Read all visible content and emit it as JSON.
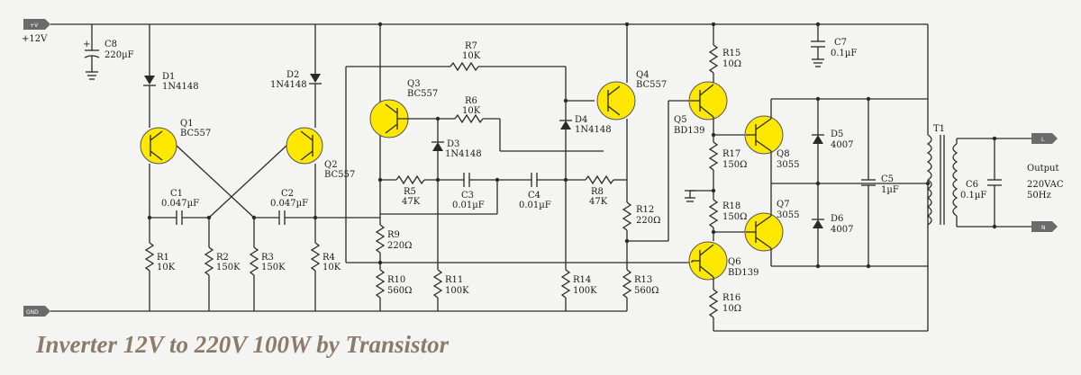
{
  "title": "Inverter 12V to 220V 100W by Transistor",
  "rails": {
    "pos_tag": "+V",
    "pos_label": "+12V",
    "gnd_tag": "GND"
  },
  "output": {
    "l_tag": "L",
    "n_tag": "N",
    "label1": "Output",
    "label2": "220VAC",
    "label3": "50Hz"
  },
  "parts": {
    "C8": {
      "ref": "C8",
      "val": "220µF"
    },
    "D1": {
      "ref": "D1",
      "val": "1N4148"
    },
    "D2": {
      "ref": "D2",
      "val": "1N4148"
    },
    "Q1": {
      "ref": "Q1",
      "val": "BC557"
    },
    "Q2": {
      "ref": "Q2",
      "val": "BC557"
    },
    "C1": {
      "ref": "C1",
      "val": "0.047µF"
    },
    "C2": {
      "ref": "C2",
      "val": "0.047µF"
    },
    "R1": {
      "ref": "R1",
      "val": "10K"
    },
    "R2": {
      "ref": "R2",
      "val": "150K"
    },
    "R3": {
      "ref": "R3",
      "val": "150K"
    },
    "R4": {
      "ref": "R4",
      "val": "10K"
    },
    "R7": {
      "ref": "R7",
      "val": "10K"
    },
    "R6": {
      "ref": "R6",
      "val": "10K"
    },
    "Q3": {
      "ref": "Q3",
      "val": "BC557"
    },
    "Q4": {
      "ref": "Q4",
      "val": "BC557"
    },
    "D3": {
      "ref": "D3",
      "val": "1N4148"
    },
    "D4": {
      "ref": "D4",
      "val": "1N4148"
    },
    "R5": {
      "ref": "R5",
      "val": "47K"
    },
    "C3": {
      "ref": "C3",
      "val": "0.01µF"
    },
    "C4": {
      "ref": "C4",
      "val": "0.01µF"
    },
    "R8": {
      "ref": "R8",
      "val": "47K"
    },
    "R9": {
      "ref": "R9",
      "val": "220Ω"
    },
    "R10": {
      "ref": "R10",
      "val": "560Ω"
    },
    "R11": {
      "ref": "R11",
      "val": "100K"
    },
    "R14": {
      "ref": "R14",
      "val": "100K"
    },
    "R12": {
      "ref": "R12",
      "val": "220Ω"
    },
    "R13": {
      "ref": "R13",
      "val": "560Ω"
    },
    "R15": {
      "ref": "R15",
      "val": "10Ω"
    },
    "R16": {
      "ref": "R16",
      "val": "10Ω"
    },
    "R17": {
      "ref": "R17",
      "val": "150Ω"
    },
    "R18": {
      "ref": "R18",
      "val": "150Ω"
    },
    "Q5": {
      "ref": "Q5",
      "val": "BD139"
    },
    "Q6": {
      "ref": "Q6",
      "val": "BD139"
    },
    "Q7": {
      "ref": "Q7",
      "val": "3055"
    },
    "Q8": {
      "ref": "Q8",
      "val": "3055"
    },
    "C7": {
      "ref": "C7",
      "val": "0.1µF"
    },
    "D5": {
      "ref": "D5",
      "val": "4007"
    },
    "D6": {
      "ref": "D6",
      "val": "4007"
    },
    "C5": {
      "ref": "C5",
      "val": "1µF"
    },
    "T1": {
      "ref": "T1"
    },
    "C6": {
      "ref": "C6",
      "val": "0.1µF"
    }
  }
}
